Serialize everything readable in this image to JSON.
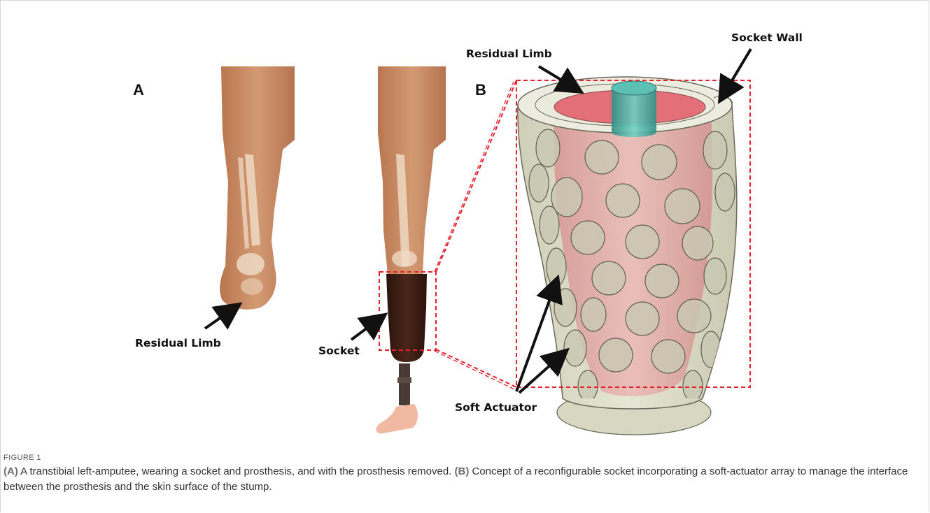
{
  "figure": {
    "panel_a_label": "A",
    "panel_b_label": "B",
    "callouts": {
      "residual_limb_a": "Residual Limb",
      "socket": "Socket",
      "residual_limb_b": "Residual Limb",
      "socket_wall": "Socket Wall",
      "soft_actuator": "Soft Actuator"
    },
    "colors": {
      "skin": "#c98a62",
      "socket": "#3a1e14",
      "pylon": "#4a3a36",
      "foot": "#f1b9a2",
      "limb_inside": "#e07a80",
      "shell": "#dcdcc6",
      "actuator": "#c9c9b4",
      "liner": "#4fb2a6",
      "dashed": "#e8202c"
    }
  },
  "caption": {
    "figure_label": "FIGURE 1",
    "part_a_key": "(A)",
    "part_a_text": " A transtibial left-amputee, wearing a socket and prosthesis, and with the prosthesis removed. ",
    "part_b_key": "(B)",
    "part_b_text": " Concept of a reconfigurable socket incorporating a soft-actuator array to manage the interface between the prosthesis and the skin surface of the stump."
  }
}
